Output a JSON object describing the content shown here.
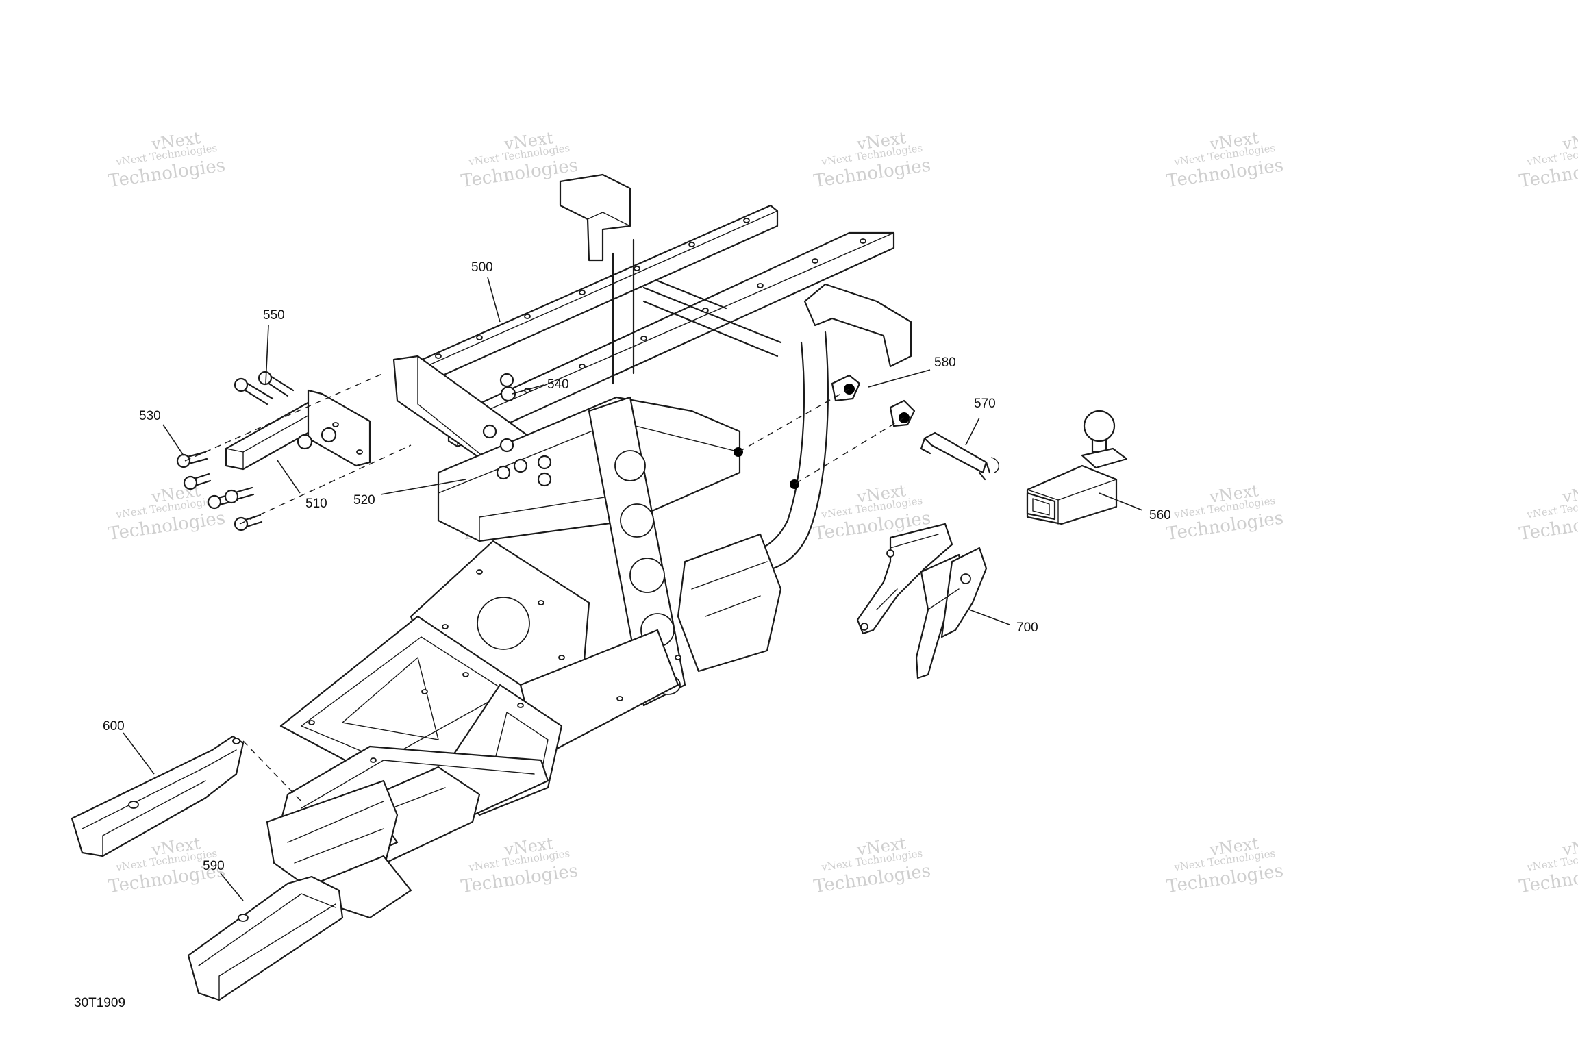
{
  "diagram": {
    "figure_id": "30T1909",
    "watermark": {
      "line1": "vNext Technologies",
      "line2": "Technologies",
      "overlay": "vNext"
    },
    "callouts": [
      {
        "id": "500",
        "label": "500"
      },
      {
        "id": "510",
        "label": "510"
      },
      {
        "id": "520",
        "label": "520"
      },
      {
        "id": "530",
        "label": "530"
      },
      {
        "id": "540",
        "label": "540"
      },
      {
        "id": "550",
        "label": "550"
      },
      {
        "id": "560",
        "label": "560"
      },
      {
        "id": "570",
        "label": "570"
      },
      {
        "id": "580",
        "label": "580"
      },
      {
        "id": "590",
        "label": "590"
      },
      {
        "id": "600",
        "label": "600"
      },
      {
        "id": "700",
        "label": "700"
      }
    ]
  }
}
